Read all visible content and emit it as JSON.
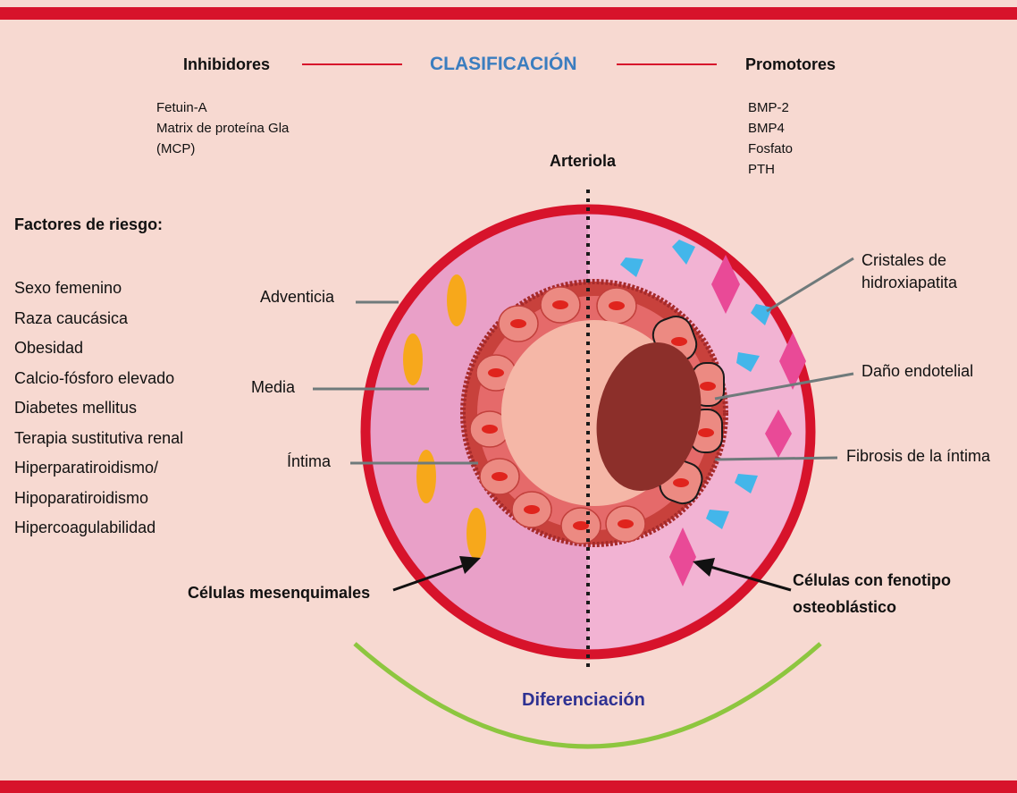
{
  "colors": {
    "frame_red": "#d7132b",
    "background": "#f7d9d1",
    "vessel_pink": "#e9a0c8",
    "title_blue": "#3b7dbf",
    "diff_blue": "#2e3192",
    "arc_green": "#8dc63f",
    "mesenchymal_orange": "#f7a81b",
    "osteoblastic_magenta": "#e94a97",
    "crystal_blue": "#43b6ea",
    "damage_brown": "#8c2f2a"
  },
  "header": {
    "inhibitors_title": "Inhibidores",
    "classification_title": "CLASIFICACIÓN",
    "promoters_title": "Promotores"
  },
  "inhibitors": [
    "Fetuin-A",
    "Matrix de proteína Gla",
    "(MCP)"
  ],
  "promoters": [
    "BMP-2",
    "BMP4",
    "Fosfato",
    "PTH"
  ],
  "risk_factors": {
    "title": "Factores de riesgo:",
    "items": [
      "Sexo femenino",
      "Raza caucásica",
      "Obesidad",
      "Calcio-fósforo elevado",
      "Diabetes mellitus",
      "Terapia sustitutiva renal",
      "Hiperparatiroidismo/",
      "Hipoparatiroidismo",
      "Hipercoagulabilidad"
    ]
  },
  "diagram": {
    "title": "Arteriola",
    "layers": {
      "adventicia": "Adventicia",
      "media": "Media",
      "intima": "Íntima"
    },
    "right_labels": {
      "crystals_line1": "Cristales de",
      "crystals_line2": "hidroxiapatita",
      "endothelial_damage": "Daño endotelial",
      "intimal_fibrosis": "Fibrosis de la íntima"
    },
    "cells": {
      "mesenchymal": "Células mesenquimales",
      "osteoblastic_line1": "Células con fenotipo",
      "osteoblastic_line2": "osteoblástico"
    },
    "differentiation": "Diferenciación"
  }
}
